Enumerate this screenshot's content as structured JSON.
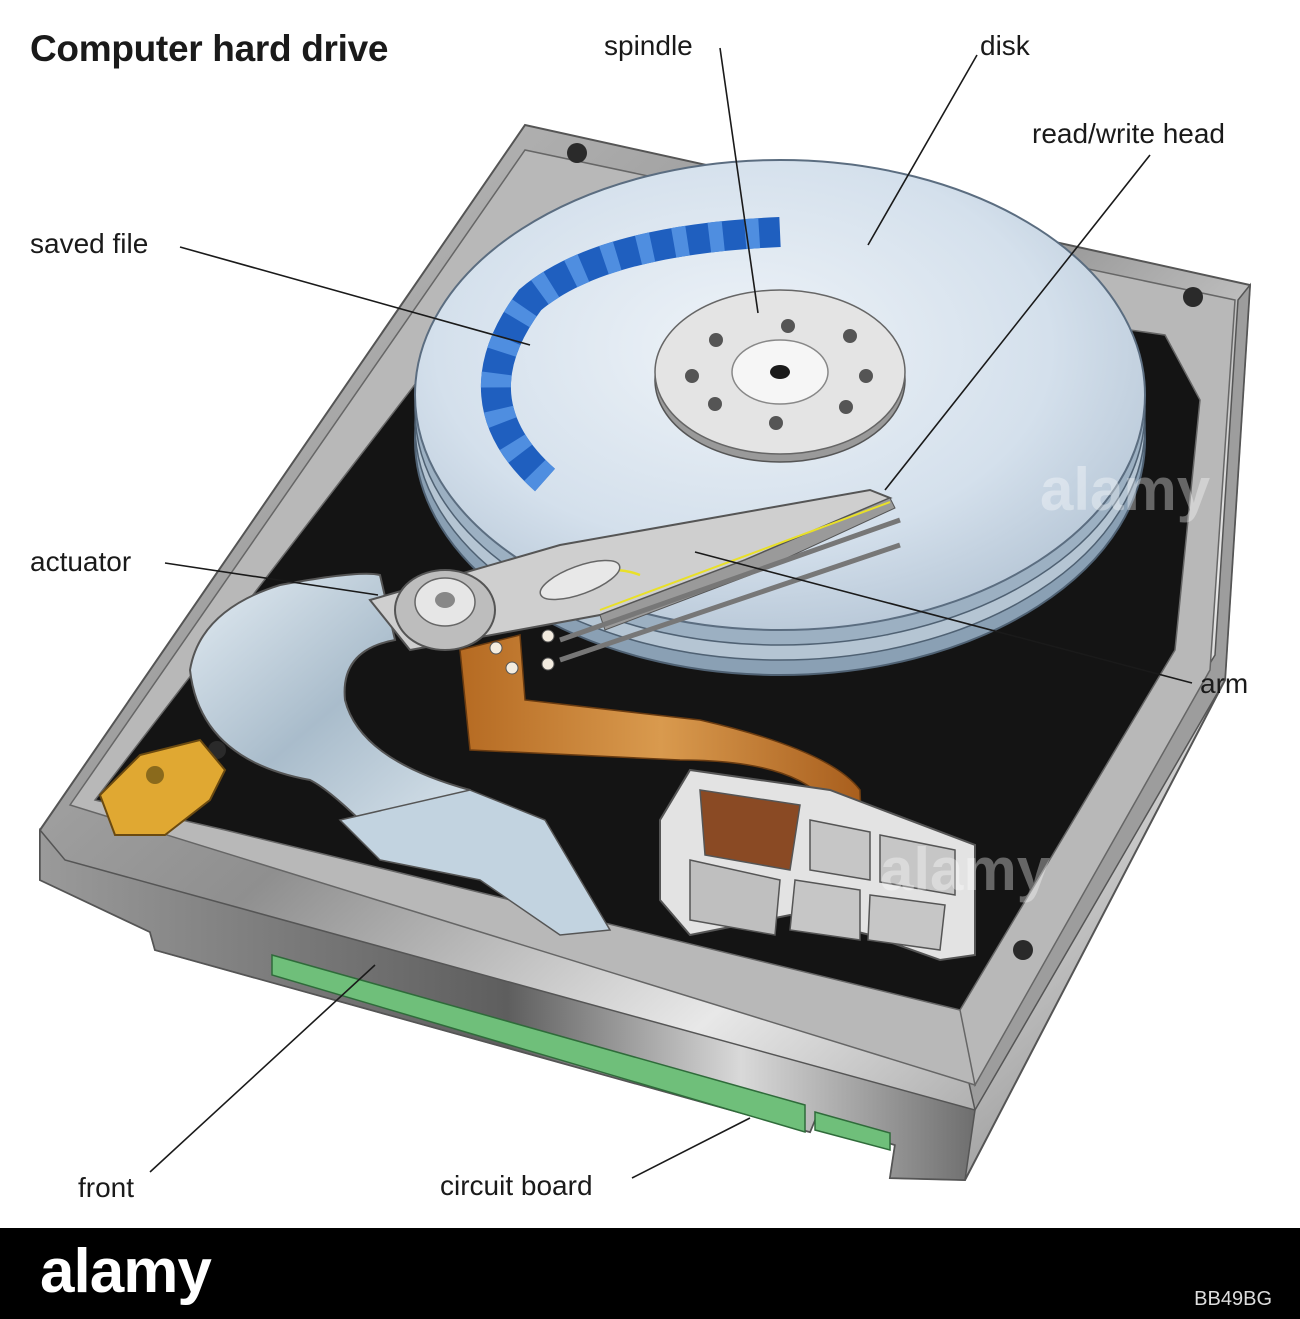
{
  "title": "Computer hard drive",
  "labels": {
    "spindle": "spindle",
    "disk": "disk",
    "read_write_head": "read/write head",
    "saved_file": "saved file",
    "actuator": "actuator",
    "arm": "arm",
    "front": "front",
    "circuit_board": "circuit board"
  },
  "watermark": {
    "text": "alamy"
  },
  "footer": {
    "logo": "alamy",
    "image_id": "BB49BG"
  },
  "colors": {
    "saved_file": "#1f5fbf",
    "flex_cable": "#c87a2a",
    "circuit_board": "#6fbf7a",
    "casing": "#8a8a8a"
  }
}
